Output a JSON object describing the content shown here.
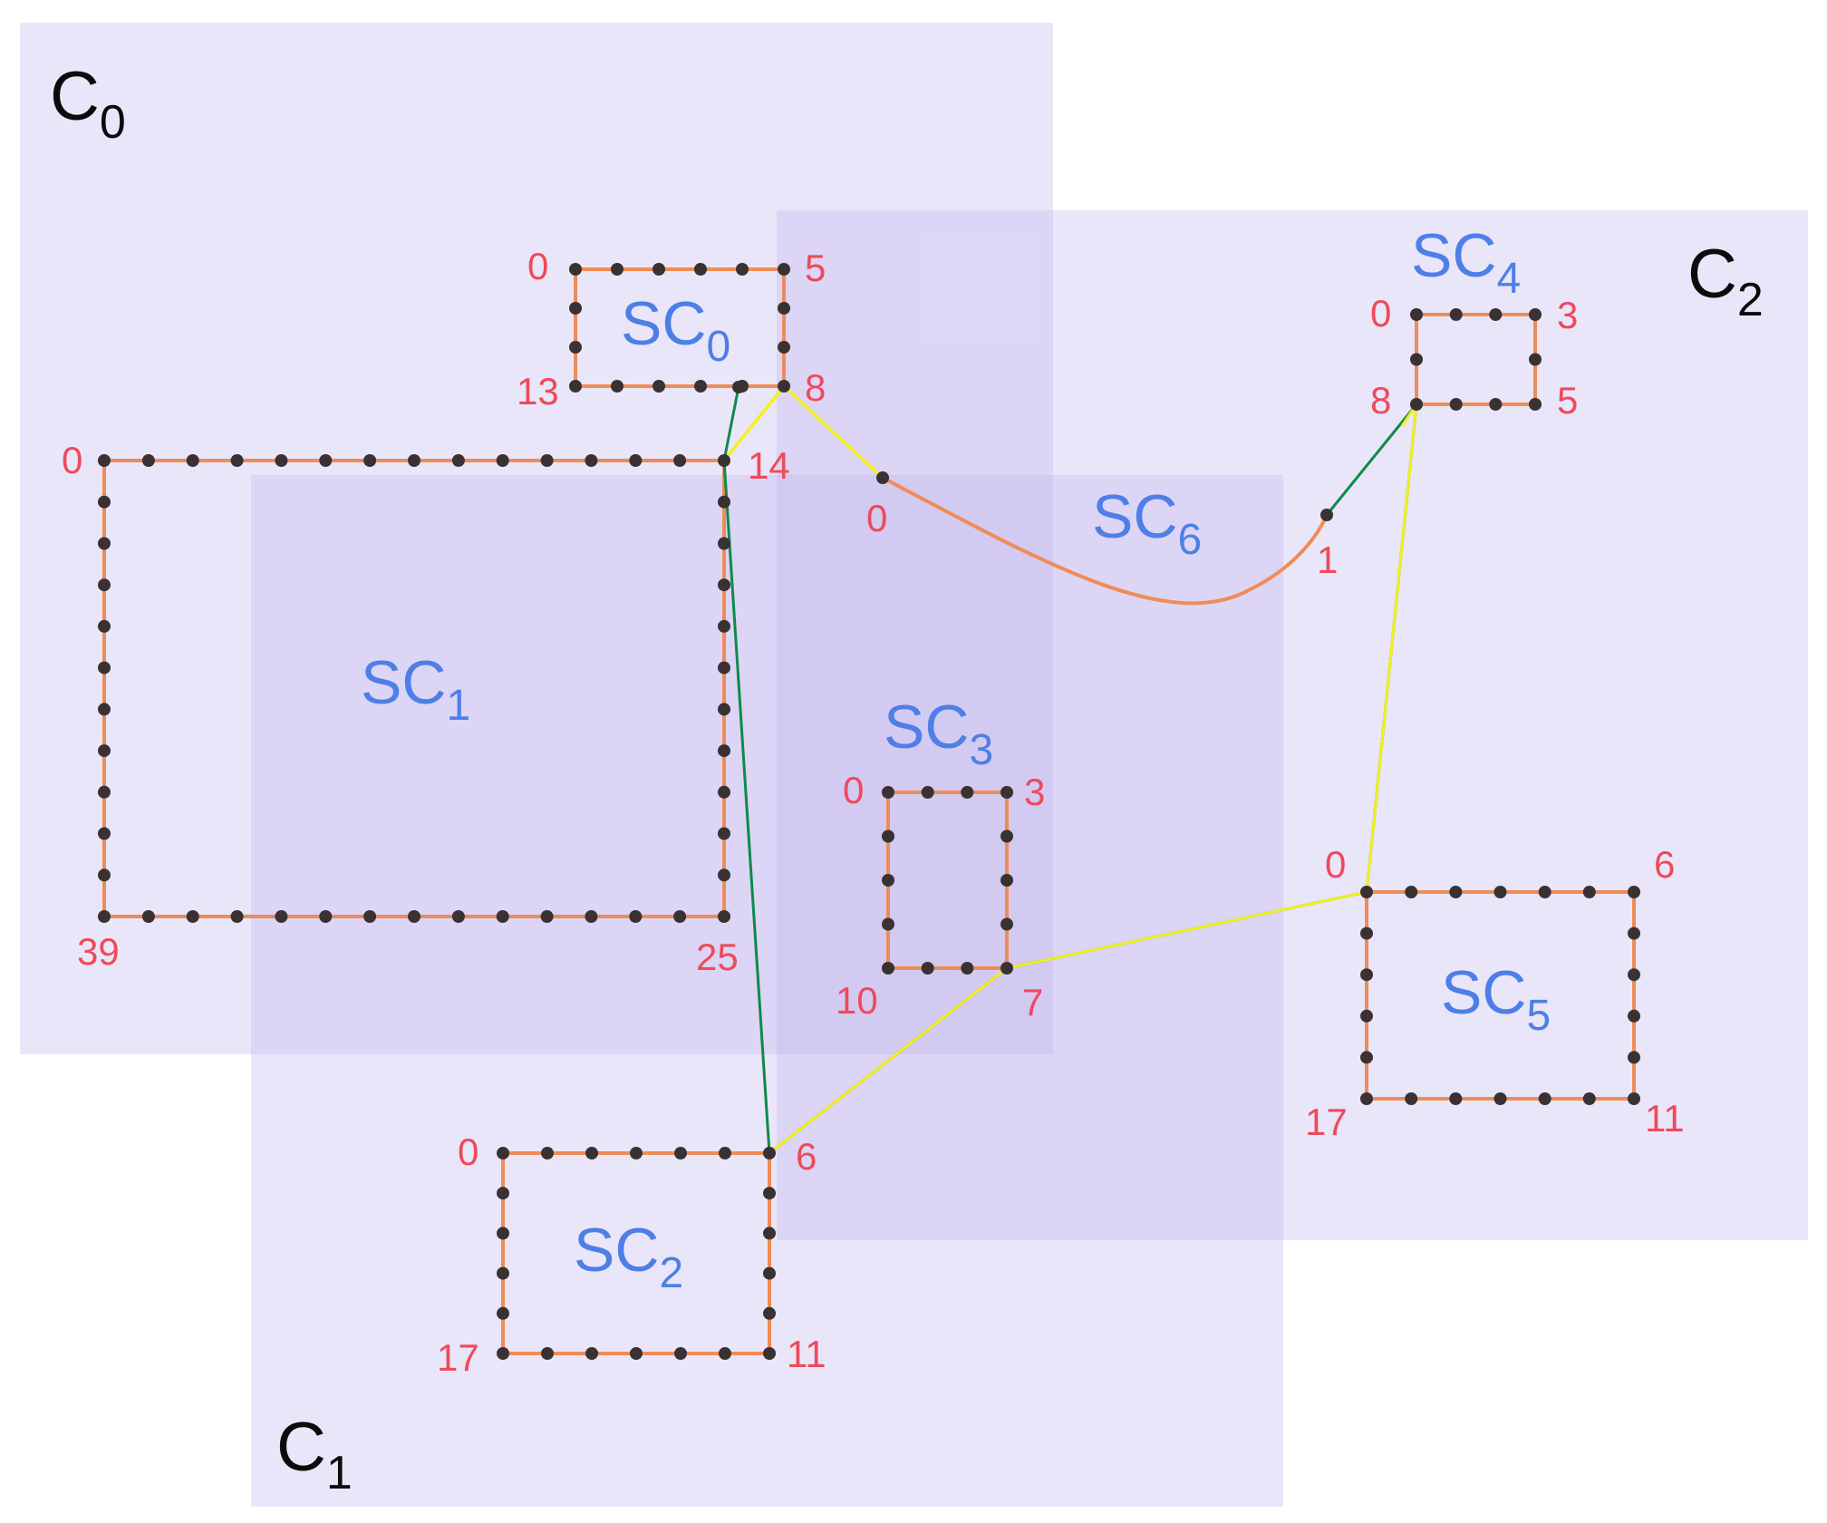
{
  "colors": {
    "region_fill": "#c2b6ec",
    "boundary": "#ef8c56",
    "node": "#3a3232",
    "path_yellow": "#f4f01c",
    "path_green": "#0e8a4a",
    "region_label": "#0b0b0b",
    "subcell_label": "#4e7fe6",
    "index_label": "#ee4a5b"
  },
  "regions": [
    {
      "id": "C0",
      "base": "C",
      "sub": "0"
    },
    {
      "id": "C1",
      "base": "C",
      "sub": "1"
    },
    {
      "id": "C2",
      "base": "C",
      "sub": "2"
    }
  ],
  "subcells": [
    {
      "id": "SC0",
      "base": "SC",
      "sub": "0",
      "node_count": 14,
      "corner_indices": [
        "0",
        "5",
        "8",
        "13"
      ]
    },
    {
      "id": "SC1",
      "base": "SC",
      "sub": "1",
      "node_count": 40,
      "corner_indices": [
        "0",
        "14",
        "25",
        "39"
      ]
    },
    {
      "id": "SC2",
      "base": "SC",
      "sub": "2",
      "node_count": 18,
      "corner_indices": [
        "0",
        "6",
        "11",
        "17"
      ]
    },
    {
      "id": "SC3",
      "base": "SC",
      "sub": "3",
      "node_count": 11,
      "corner_indices": [
        "0",
        "3",
        "7",
        "10"
      ]
    },
    {
      "id": "SC4",
      "base": "SC",
      "sub": "4",
      "node_count": 9,
      "corner_indices": [
        "0",
        "3",
        "5",
        "8"
      ]
    },
    {
      "id": "SC5",
      "base": "SC",
      "sub": "5",
      "node_count": 18,
      "corner_indices": [
        "0",
        "6",
        "11",
        "17"
      ]
    },
    {
      "id": "SC6",
      "base": "SC",
      "sub": "6",
      "node_count": 2,
      "corner_indices": [
        "0",
        "1"
      ]
    }
  ],
  "paths": [
    {
      "name": "yellow-path",
      "color": "#f4f01c",
      "stops": [
        "SC1:14",
        "SC0:8",
        "SC6:0"
      ]
    },
    {
      "name": "green-yellow-route",
      "color": "#0e8a4a",
      "stops": [
        "SC0:12",
        "SC1:14",
        "SC2:6",
        "SC3:7",
        "SC5:0",
        "SC4:8",
        "SC6:1"
      ]
    }
  ]
}
